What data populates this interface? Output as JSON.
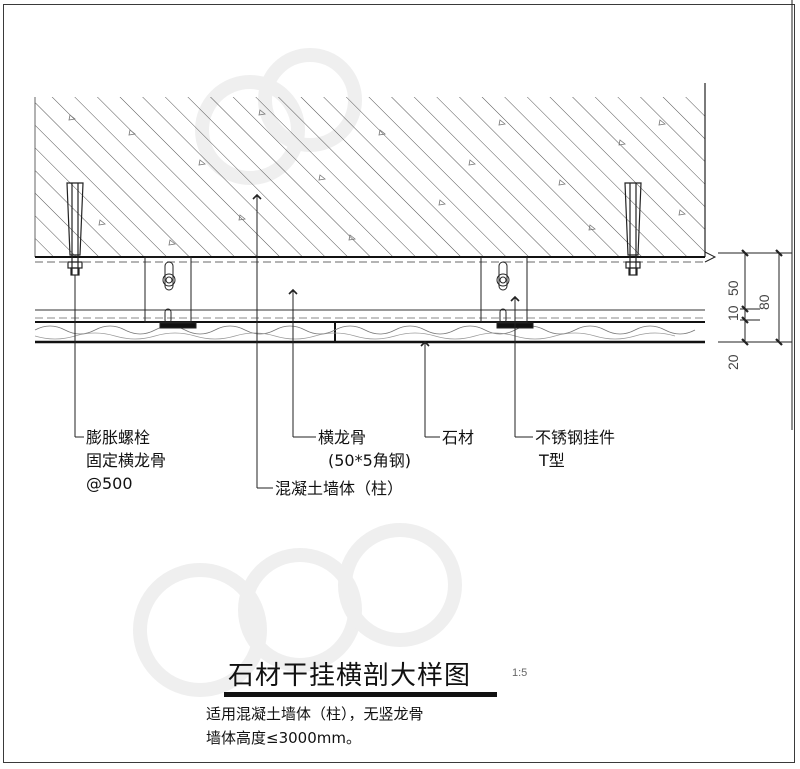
{
  "drawing": {
    "title": "石材干挂横剖大样图",
    "scale": "1:5",
    "notes": [
      "适用混凝土墙体（柱），无竖龙骨",
      "墙体高度≤3000mm。"
    ]
  },
  "callouts": {
    "anchor_bolt": {
      "line1": "膨胀螺栓",
      "line2": "固定横龙骨",
      "line3": "@500"
    },
    "concrete_wall": {
      "text": "混凝土墙体（柱）"
    },
    "horizontal_keel": {
      "line1": "横龙骨",
      "line2": "(50*5角钢)"
    },
    "stone": {
      "text": "石材"
    },
    "hanger": {
      "line1": "不锈钢挂件",
      "line2": "T型"
    }
  },
  "dimensions": {
    "segments": [
      "50",
      "10",
      "20"
    ],
    "total": "80"
  },
  "colors": {
    "line": "#1a1a1a",
    "hatch": "#555555",
    "watermark": "#e6e6e6"
  }
}
